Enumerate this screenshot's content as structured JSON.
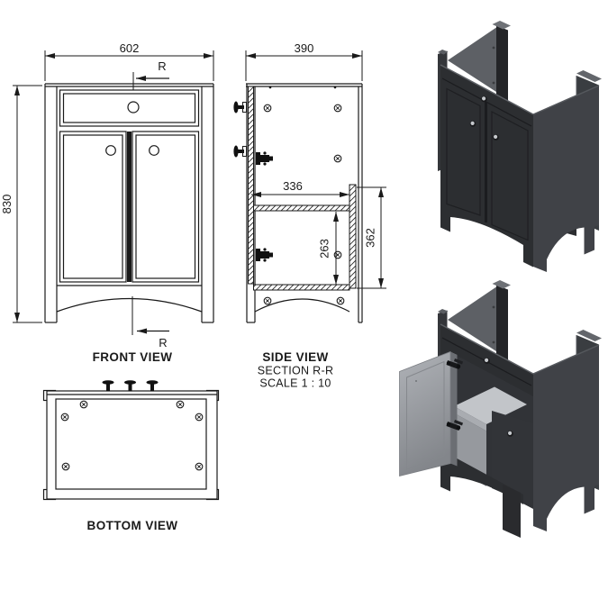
{
  "views": {
    "front": {
      "label": "FRONT VIEW",
      "section_marker": "R",
      "dims": {
        "width": "602",
        "height": "830"
      }
    },
    "side": {
      "label": "SIDE VIEW",
      "section_title": "SECTION R-R",
      "scale_note": "SCALE 1 : 10",
      "dims": {
        "depth": "390",
        "shelf_width": "336",
        "compartment_height": "263",
        "lower_height": "362"
      }
    },
    "bottom": {
      "label": "BOTTOM VIEW"
    }
  },
  "colors": {
    "line": "#1a1a1a",
    "cabinet_front": "#2c2e31",
    "cabinet_side": "#404247",
    "inner_panel": "#5d6065",
    "shelf": "#c2c5c9",
    "open_door_face": "#a5a8ad",
    "background": "#ffffff"
  }
}
